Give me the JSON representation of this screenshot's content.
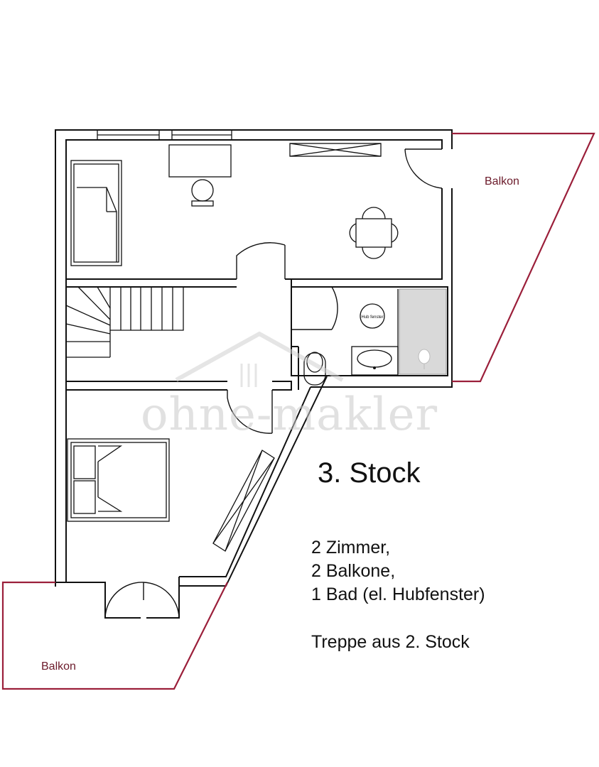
{
  "plan": {
    "title": "3. Stock",
    "description": [
      "2 Zimmer,",
      "2 Balkone,",
      "1 Bad (el. Hubfenster)"
    ],
    "stairs_note": "Treppe aus 2. Stock",
    "balcony_label": "Balkon",
    "skylight_label": "Hub fenster",
    "watermark": "ohne-makler"
  },
  "colors": {
    "walls": "#111111",
    "balcony": "#9b1f3a",
    "background": "#ffffff"
  }
}
